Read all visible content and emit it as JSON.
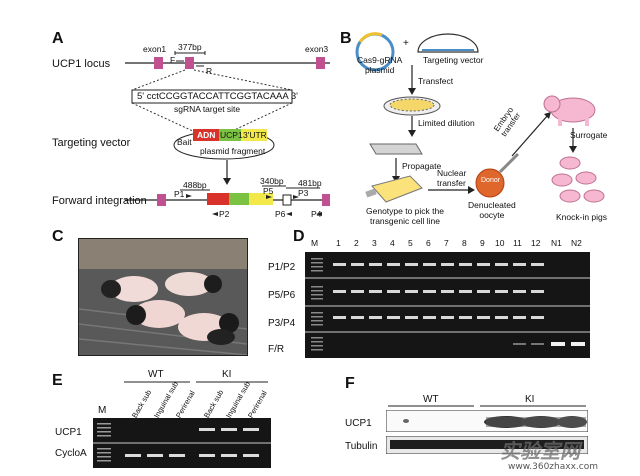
{
  "panels": {
    "A": {
      "label": "A",
      "locus_label": "UCP1 locus",
      "exon1": "exon1",
      "exon3": "exon3",
      "bp377": "377bp",
      "primer_F": "F",
      "primer_R": "R",
      "sgrna_seq": "5' cctCCGGTACCATTCGGTACAAA 3'",
      "sgrna_site": "sgRNA target site",
      "targeting_label": "Targeting vector",
      "bait": "Bait",
      "box_adn": "ADN",
      "box_ucp1": "UCP1",
      "box_utr": "3'UTR",
      "plasmid_fragment": "plasmid fragment",
      "forward_label": "Forward integration",
      "bp488": "488bp",
      "bp340": "340bp",
      "bp481": "481bp",
      "p1": "P1",
      "p2": "P2",
      "p3": "P3",
      "p4": "P4",
      "p5": "P5",
      "p6": "P6"
    },
    "B": {
      "label": "B",
      "cas9": "Cas9-gRNA\nplasmid",
      "plus": "+",
      "targeting_vector": "Targeting vector",
      "transfect": "Transfect",
      "limited_dilution": "Limited dilution",
      "propagate": "Propagate",
      "genotype": "Genotype to pick the\ntransgenic cell line",
      "nuclear_transfer": "Nuclear\ntransfer",
      "donor": "Donor",
      "denucleated": "Denucleated\noocyte",
      "embryo_transfer": "Embryo\ntransfer",
      "surrogate": "Surrogate",
      "knockin": "Knock-in pigs"
    },
    "C": {
      "label": "C"
    },
    "D": {
      "label": "D",
      "lanes": [
        "M",
        "1",
        "2",
        "3",
        "4",
        "5",
        "6",
        "7",
        "8",
        "9",
        "10",
        "11",
        "12",
        "N1",
        "N2"
      ],
      "rows": [
        "P1/P2",
        "P5/P6",
        "P3/P4",
        "F/R"
      ]
    },
    "E": {
      "label": "E",
      "group_wt": "WT",
      "group_ki": "KI",
      "marker": "M",
      "lanes": [
        "Back sub",
        "Inguinal sub",
        "Perirenal",
        "Back sub",
        "Inguinal sub",
        "Perirenal"
      ],
      "rows": [
        "UCP1",
        "CycloA"
      ]
    },
    "F": {
      "label": "F",
      "group_wt": "WT",
      "group_ki": "KI",
      "rows": [
        "UCP1",
        "Tubulin"
      ]
    }
  },
  "watermark": {
    "text1": "实验室网",
    "text2": "www.360zhaxx.com"
  },
  "colors": {
    "exon": "#c0508f",
    "adn": "#d8322a",
    "ucp1": "#7bc142",
    "utr": "#f2e84a",
    "pig": "#f5b8d0",
    "donor": "#e0672c"
  }
}
